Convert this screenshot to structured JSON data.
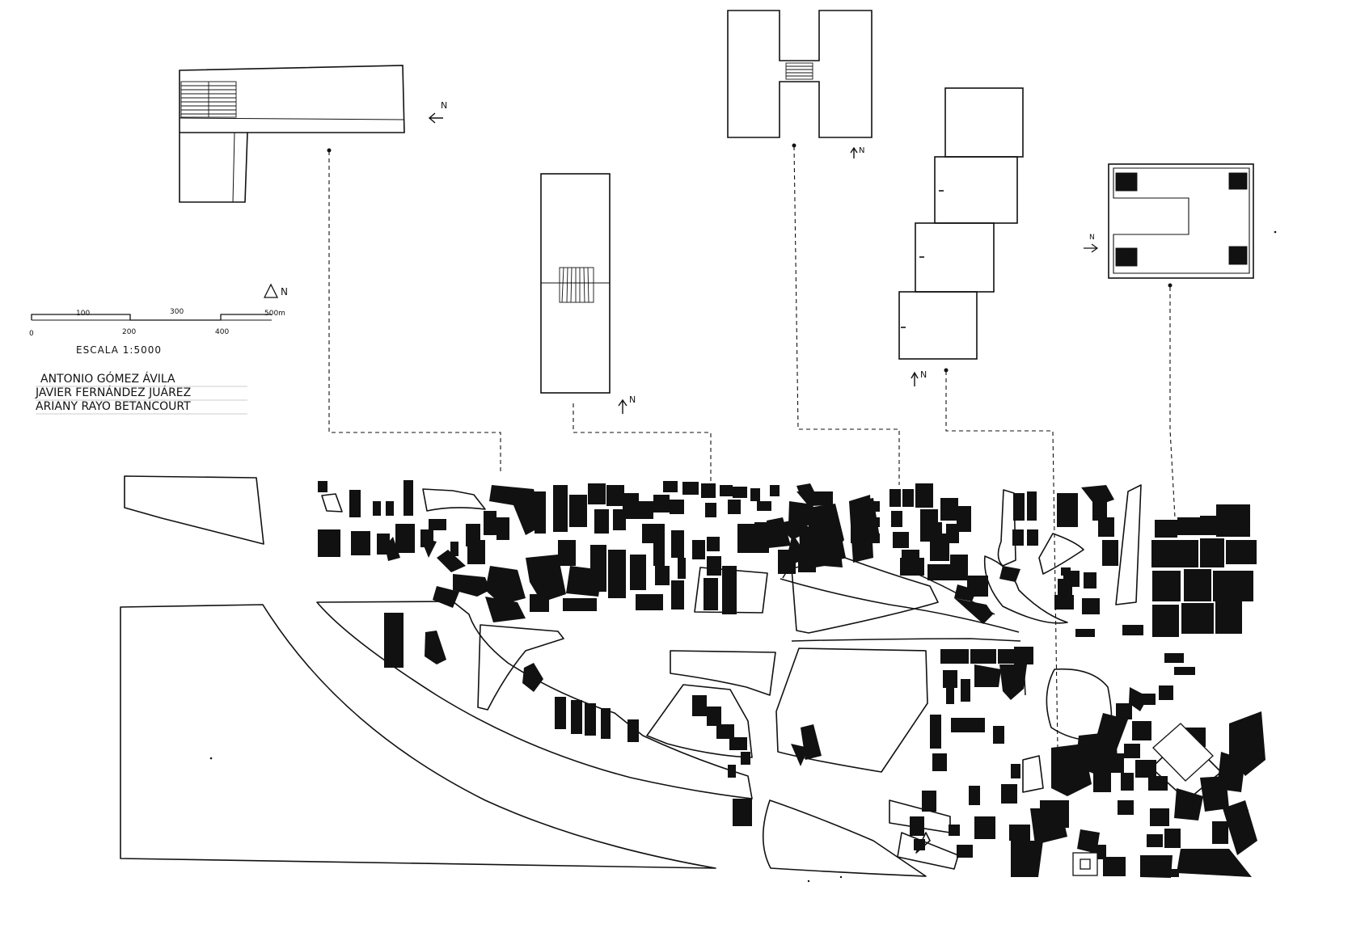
{
  "north_label": "N",
  "scale_bar": {
    "ticks_top": [
      "100",
      "300",
      "500m"
    ],
    "ticks_bottom": [
      "0",
      "200",
      "400"
    ],
    "label": "ESCALA 1:5000"
  },
  "authors": [
    "ANTONIO GÓMEZ ÁVILA",
    "JAVIER FERNÁNDEZ JUÁREZ",
    "ARIANY RAYO BETANCOURT"
  ],
  "colors": {
    "ink": "#111111",
    "paper": "#ffffff"
  }
}
